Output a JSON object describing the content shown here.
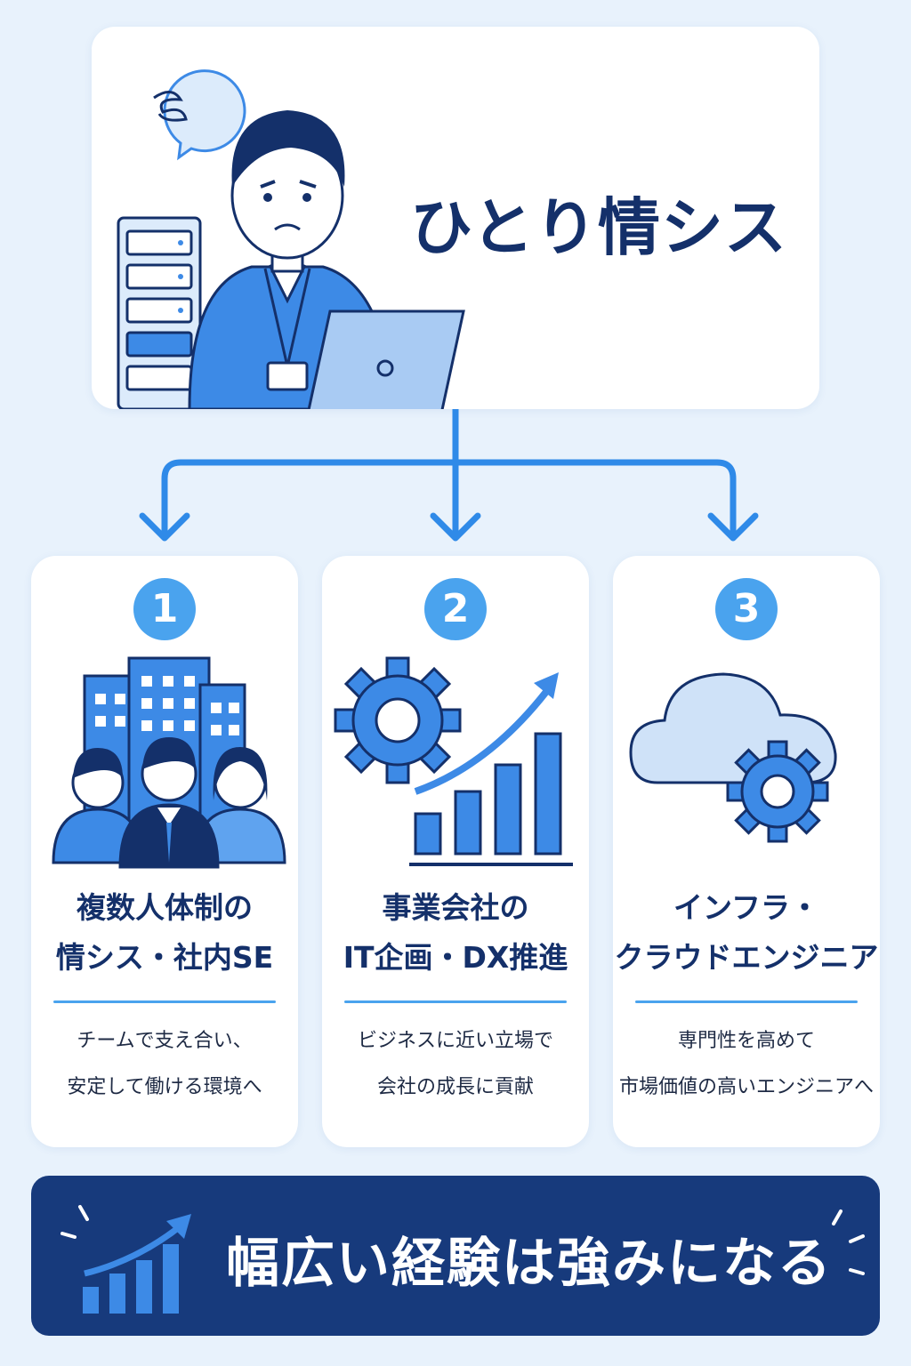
{
  "top": {
    "title": "ひとり情シス",
    "icons": [
      "confused-speech-bubble-icon",
      "server-rack-icon",
      "worried-person-icon",
      "laptop-icon"
    ]
  },
  "cards": [
    {
      "number": "1",
      "icon": "office-building-team-icon",
      "title_lines": [
        "複数人体制の",
        "情シス・社内SE"
      ],
      "desc_lines": [
        "チームで支え合い、",
        "安定して働ける環境へ"
      ]
    },
    {
      "number": "2",
      "icon": "gear-growth-chart-icon",
      "title_lines": [
        "事業会社の",
        "IT企画・DX推進"
      ],
      "desc_lines": [
        "ビジネスに近い立場で",
        "会社の成長に貢献"
      ]
    },
    {
      "number": "3",
      "icon": "cloud-gear-icon",
      "title_lines": [
        "インフラ・",
        "クラウドエンジニア"
      ],
      "desc_lines": [
        "専門性を高めて",
        "市場価値の高いエンジニアへ"
      ]
    }
  ],
  "banner": {
    "text": "幅広い経験は強みになる",
    "icon": "rising-bar-chart-icon"
  },
  "colors": {
    "background": "#e8f2fc",
    "navy": "#14306a",
    "accent_blue": "#4aa3ee",
    "banner": "#173a7c",
    "illustration_blue": "#3d8ae6",
    "illustration_light": "#a9cbf3"
  }
}
